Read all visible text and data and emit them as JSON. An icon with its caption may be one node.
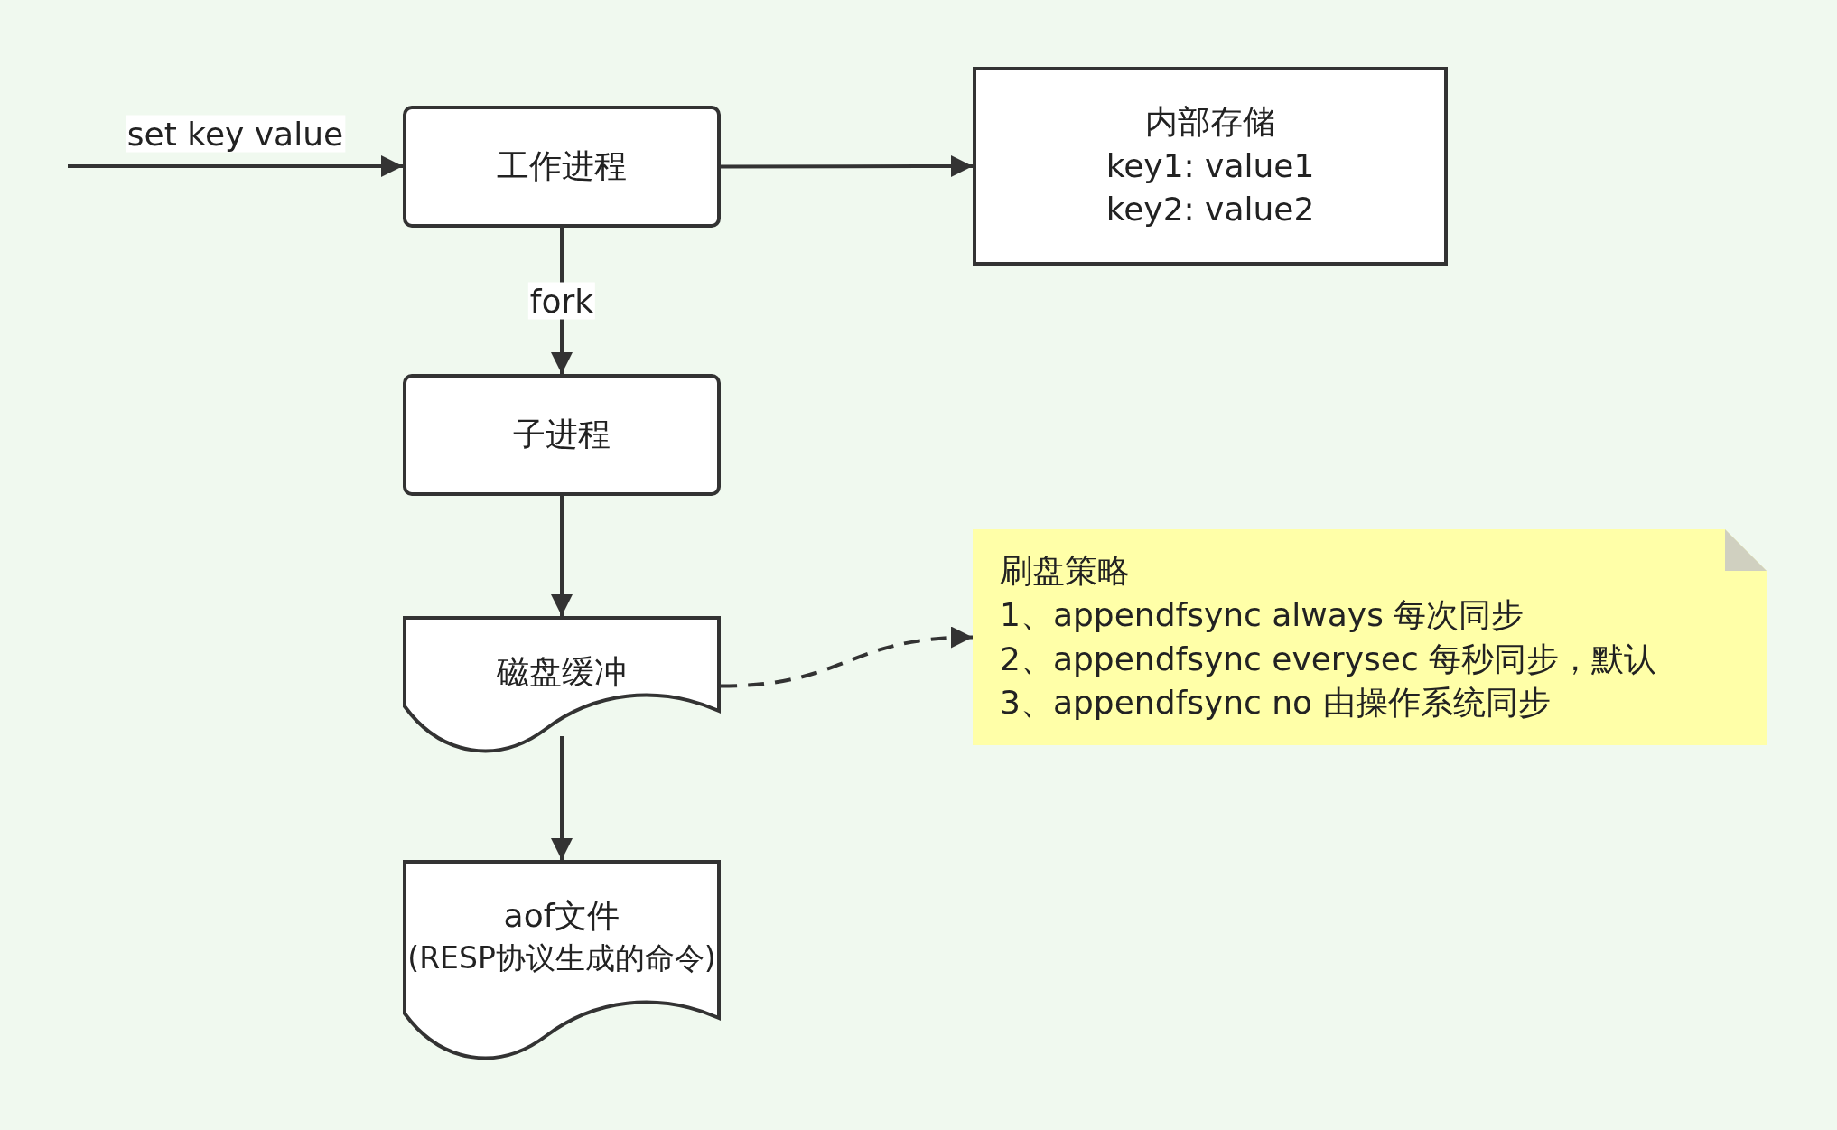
{
  "diagram": {
    "nodes": [
      {
        "text": [
          "工作进程"
        ]
      },
      {
        "text": [
          "内部存储",
          "key1: value1",
          "key2: value2"
        ]
      },
      {
        "text": [
          "子进程"
        ]
      },
      {
        "text": [
          "磁盘缓冲"
        ]
      },
      {
        "text": [
          "aof文件",
          "(RESP协议生成的命令)"
        ]
      },
      {
        "text": [
          "刷盘策略",
          "1、appendfsync always 每次同步",
          "2、appendfsync everysec 每秒同步，默认",
          "3、appendfsync no 由操作系统同步"
        ]
      }
    ],
    "edges": [
      {
        "from": null,
        "to": 0,
        "arrow": "to",
        "label": "set key value"
      },
      {
        "from": 0,
        "to": 1,
        "arrow": "to"
      },
      {
        "from": 0,
        "to": 2,
        "arrow": "to",
        "label": "fork"
      },
      {
        "from": 2,
        "to": 3,
        "arrow": "to"
      },
      {
        "from": 3,
        "to": 4,
        "arrow": "to"
      },
      {
        "from": 3,
        "to": 5,
        "arrow": "to",
        "style": "dashed"
      }
    ]
  }
}
